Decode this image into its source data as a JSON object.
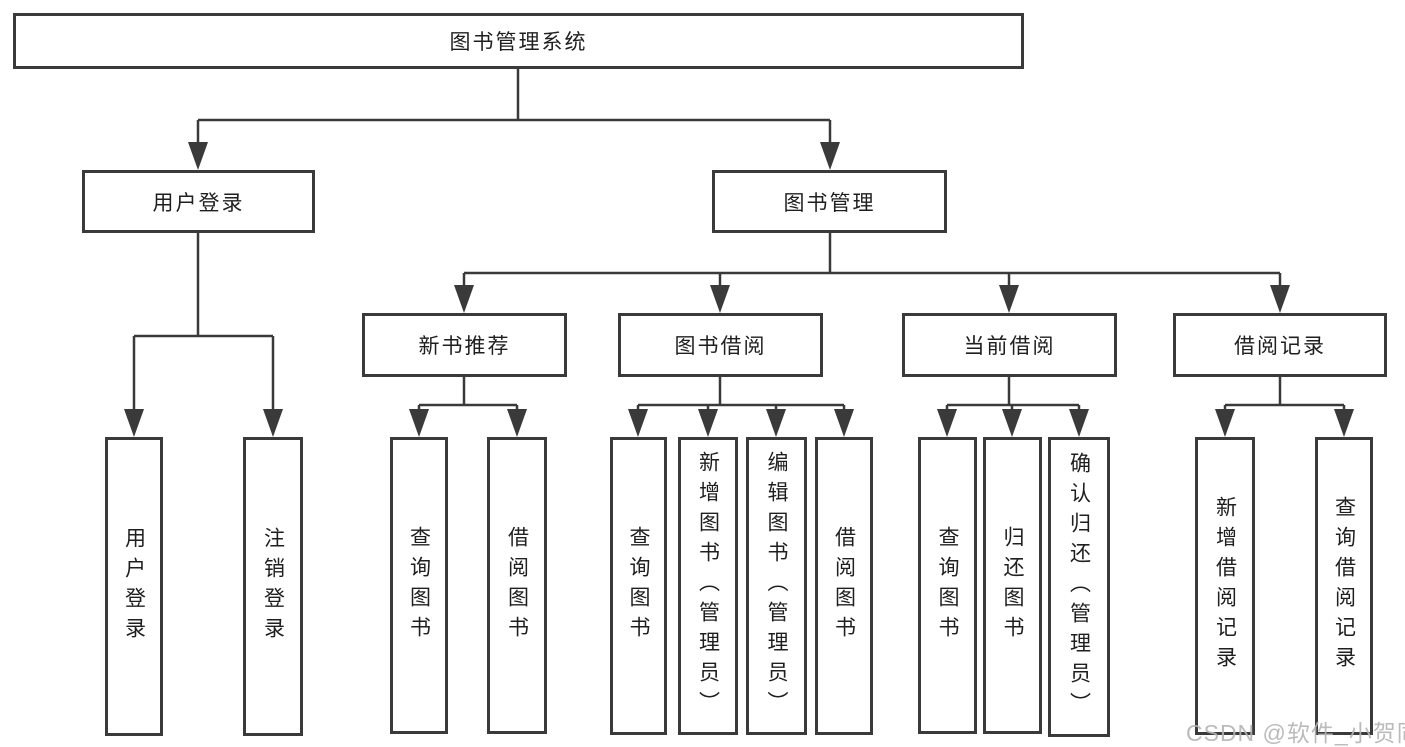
{
  "nodes": {
    "root": {
      "label": "图书管理系统"
    },
    "user_login": {
      "label": "用户登录"
    },
    "book_management": {
      "label": "图书管理"
    },
    "new_book_rec": {
      "label": "新书推荐"
    },
    "book_borrow": {
      "label": "图书借阅"
    },
    "current_borrow": {
      "label": "当前借阅"
    },
    "borrow_records": {
      "label": "借阅记录"
    },
    "leaf_user_login": {
      "label": "用户登录"
    },
    "leaf_logout": {
      "label": "注销登录"
    },
    "leaf_nb_query": {
      "label": "查询图书"
    },
    "leaf_nb_borrow": {
      "label": "借阅图书"
    },
    "leaf_bb_query": {
      "label": "查询图书"
    },
    "leaf_bb_add": {
      "label": "新增图书（管理员）"
    },
    "leaf_bb_edit": {
      "label": "编辑图书（管理员）"
    },
    "leaf_bb_borrow": {
      "label": "借阅图书"
    },
    "leaf_cb_query": {
      "label": "查询图书"
    },
    "leaf_cb_return": {
      "label": "归还图书"
    },
    "leaf_cb_confirm": {
      "label": "确认归还（管理员）"
    },
    "leaf_br_add": {
      "label": "新增借阅记录"
    },
    "leaf_br_query": {
      "label": "查询借阅记录"
    }
  },
  "watermark": {
    "text": "CSDN @软件_小贺同学"
  }
}
